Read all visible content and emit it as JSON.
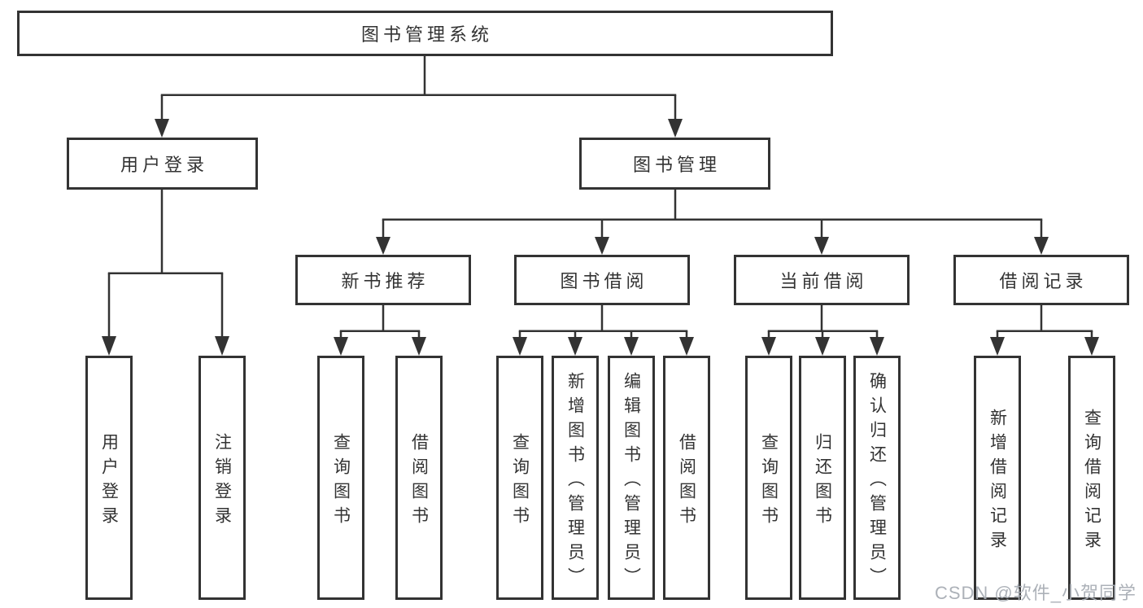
{
  "tree": {
    "label": "图书管理系统",
    "children": [
      {
        "label": "用户登录",
        "children": [
          {
            "label": "用户登录"
          },
          {
            "label": "注销登录"
          }
        ]
      },
      {
        "label": "图书管理",
        "children": [
          {
            "label": "新书推荐",
            "children": [
              {
                "label": "查询图书"
              },
              {
                "label": "借阅图书"
              }
            ]
          },
          {
            "label": "图书借阅",
            "children": [
              {
                "label": "查询图书"
              },
              {
                "label": "新增图书（管理员）"
              },
              {
                "label": "编辑图书（管理员）"
              },
              {
                "label": "借阅图书"
              }
            ]
          },
          {
            "label": "当前借阅",
            "children": [
              {
                "label": "查询图书"
              },
              {
                "label": "归还图书"
              },
              {
                "label": "确认归还（管理员）"
              }
            ]
          },
          {
            "label": "借阅记录",
            "children": [
              {
                "label": "新增借阅记录"
              },
              {
                "label": "查询借阅记录"
              }
            ]
          }
        ]
      }
    ]
  },
  "watermark": {
    "text": "CSDN @软件_小贺同学"
  },
  "colors": {
    "line": "#333333",
    "text": "#333333",
    "watermark": "#a8adb4"
  }
}
